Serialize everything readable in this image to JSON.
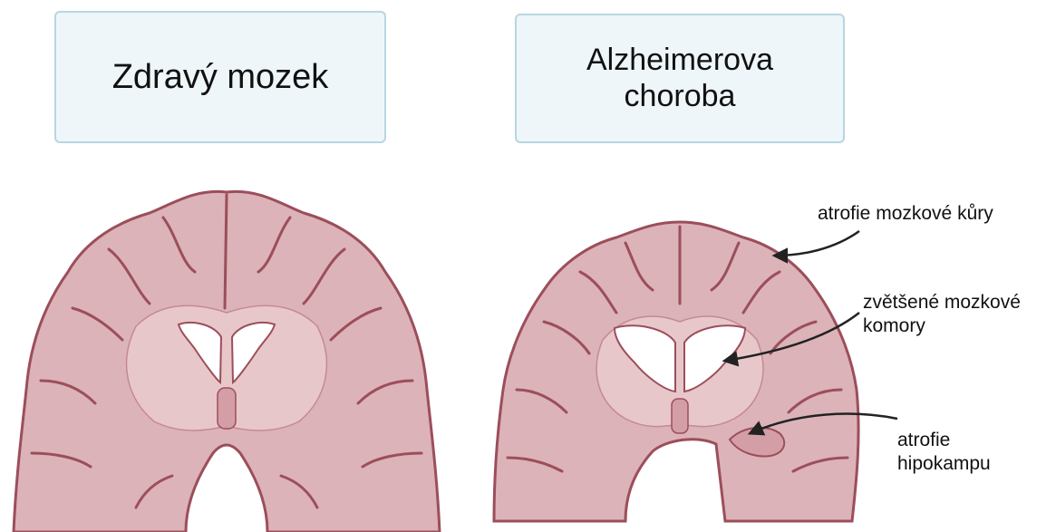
{
  "titles": {
    "healthy": "Zdravý mozek",
    "alzheimer": "Alzheimerova\nchoroba"
  },
  "annotations": {
    "cortex": "atrofie mozkové kůry",
    "ventricles": "zvětšené mozkové\nkomory",
    "hippocampus": "atrofie\nhipokampu"
  },
  "colors": {
    "title_box_fill": "#eef6fa",
    "title_box_border": "#b8d6e2",
    "brain_fill": "#dcb3b8",
    "brain_inner": "#e8c7cb",
    "brain_outline": "#9c4e5b",
    "ventricle_fill": "#ffffff",
    "arrow": "#222222"
  }
}
